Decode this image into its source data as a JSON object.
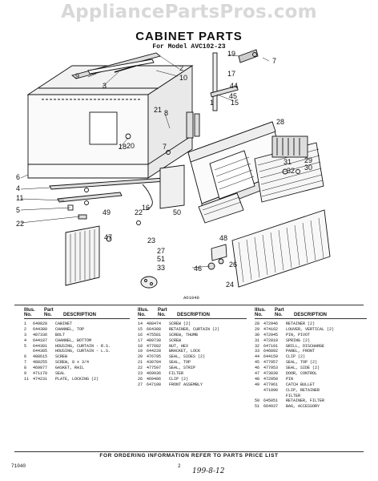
{
  "watermark": "AppliancePartsPros.com",
  "title": "CABINET PARTS",
  "subtitle": "For Model AVC102-23",
  "diagram": {
    "figure_code": "AO1040",
    "callouts": [
      "19",
      "7",
      "2",
      "10",
      "9",
      "3",
      "17",
      "44",
      "1",
      "15",
      "45",
      "21",
      "8",
      "20",
      "18",
      "28",
      "7",
      "22",
      "31",
      "32",
      "29",
      "30",
      "6",
      "4",
      "11",
      "5",
      "22",
      "49",
      "16",
      "23",
      "50",
      "47",
      "48",
      "46",
      "26",
      "27",
      "51",
      "33",
      "24"
    ]
  },
  "columns": [
    {
      "head_illus": "Illus.",
      "head_part": "Part",
      "head_no1": "No.",
      "head_no2": "No.",
      "head_desc": "DESCRIPTION",
      "rows": [
        {
          "illus": "1",
          "part": "649828",
          "desc": "CABINET"
        },
        {
          "illus": "2",
          "part": "644380",
          "desc": "CHANNEL, TOP"
        },
        {
          "illus": "3",
          "part": "487336",
          "desc": "BOLT"
        },
        {
          "illus": "4",
          "part": "644187",
          "desc": "CHANNEL, BOTTOM"
        },
        {
          "illus": "5",
          "part": "644381",
          "desc": "HOUSING, CURTAIN - R.S."
        },
        {
          "illus": "",
          "part": "644385",
          "desc": "HOUSING, CURTAIN - L.S."
        },
        {
          "illus": "6",
          "part": "488615",
          "desc": "SCREW"
        },
        {
          "illus": "7",
          "part": "488255",
          "desc": "SCREW, 8 x 3/4"
        },
        {
          "illus": "8",
          "part": "469877",
          "desc": "GASKET, RAIL"
        },
        {
          "illus": "9",
          "part": "471170",
          "desc": "SEAL"
        },
        {
          "illus": "11",
          "part": "474231",
          "desc": "PLATE, LOCKING (2)"
        }
      ]
    },
    {
      "head_illus": "Illus.",
      "head_part": "Part",
      "head_no1": "No.",
      "head_no2": "No.",
      "head_desc": "DESCRIPTION",
      "rows": [
        {
          "illus": "14",
          "part": "488474",
          "desc": "SCREW (2)"
        },
        {
          "illus": "15",
          "part": "664308",
          "desc": "RETAINER, CURTAIN (2)"
        },
        {
          "illus": "16",
          "part": "475581",
          "desc": "SCREW, THUMB"
        },
        {
          "illus": "17",
          "part": "489730",
          "desc": "SCREW"
        },
        {
          "illus": "18",
          "part": "477682",
          "desc": "NUT, HEX"
        },
        {
          "illus": "19",
          "part": "644228",
          "desc": "BRACKET, LOCK"
        },
        {
          "illus": "20",
          "part": "476795",
          "desc": "SEAL, SIDES (2)"
        },
        {
          "illus": "21",
          "part": "430784",
          "desc": "SEAL, TOP"
        },
        {
          "illus": "22",
          "part": "477597",
          "desc": "SEAL, STRIP"
        },
        {
          "illus": "23",
          "part": "469936",
          "desc": "FILTER"
        },
        {
          "illus": "26",
          "part": "469486",
          "desc": "CLIP (2)"
        },
        {
          "illus": "27",
          "part": "647100",
          "desc": "FRONT ASSEMBLY"
        }
      ]
    },
    {
      "head_illus": "Illus.",
      "head_part": "Part",
      "head_no1": "No.",
      "head_no2": "No.",
      "head_desc": "DESCRIPTION",
      "rows": [
        {
          "illus": "28",
          "part": "472946",
          "desc": "RETAINER (2)"
        },
        {
          "illus": "29",
          "part": "474162",
          "desc": "LOUVER, VERTICAL (2)"
        },
        {
          "illus": "30",
          "part": "472945",
          "desc": "PIN, PIVOT"
        },
        {
          "illus": "31",
          "part": "472810",
          "desc": "SPRING (2)"
        },
        {
          "illus": "32",
          "part": "647101",
          "desc": "GRILL, DISCHARGE"
        },
        {
          "illus": "33",
          "part": "646892",
          "desc": "PANEL, FRONT"
        },
        {
          "illus": "44",
          "part": "644159",
          "desc": "CLIP (2)"
        },
        {
          "illus": "45",
          "part": "477957",
          "desc": "SEAL, TOP (2)"
        },
        {
          "illus": "46",
          "part": "477953",
          "desc": "SEAL, SIDE (2)"
        },
        {
          "illus": "47",
          "part": "473039",
          "desc": "DOOR, CONTROL"
        },
        {
          "illus": "48",
          "part": "472950",
          "desc": "PIN"
        },
        {
          "illus": "49",
          "part": "477961",
          "desc": "CATCH BULLET"
        },
        {
          "illus": "",
          "part": "471090",
          "desc": "CLIP, RETAINER"
        },
        {
          "illus": "",
          "part": "",
          "desc": "FILTER"
        },
        {
          "illus": "50",
          "part": "645051",
          "desc": "RETAINER, FILTER"
        },
        {
          "illus": "51",
          "part": "664937",
          "desc": "BAG, ACCESSORY"
        }
      ]
    }
  ],
  "footer_note": "FOR ORDERING INFORMATION REFER TO PARTS PRICE LIST",
  "doc_code": "71040",
  "page_number": "2",
  "handwritten_note": "199-8-12"
}
